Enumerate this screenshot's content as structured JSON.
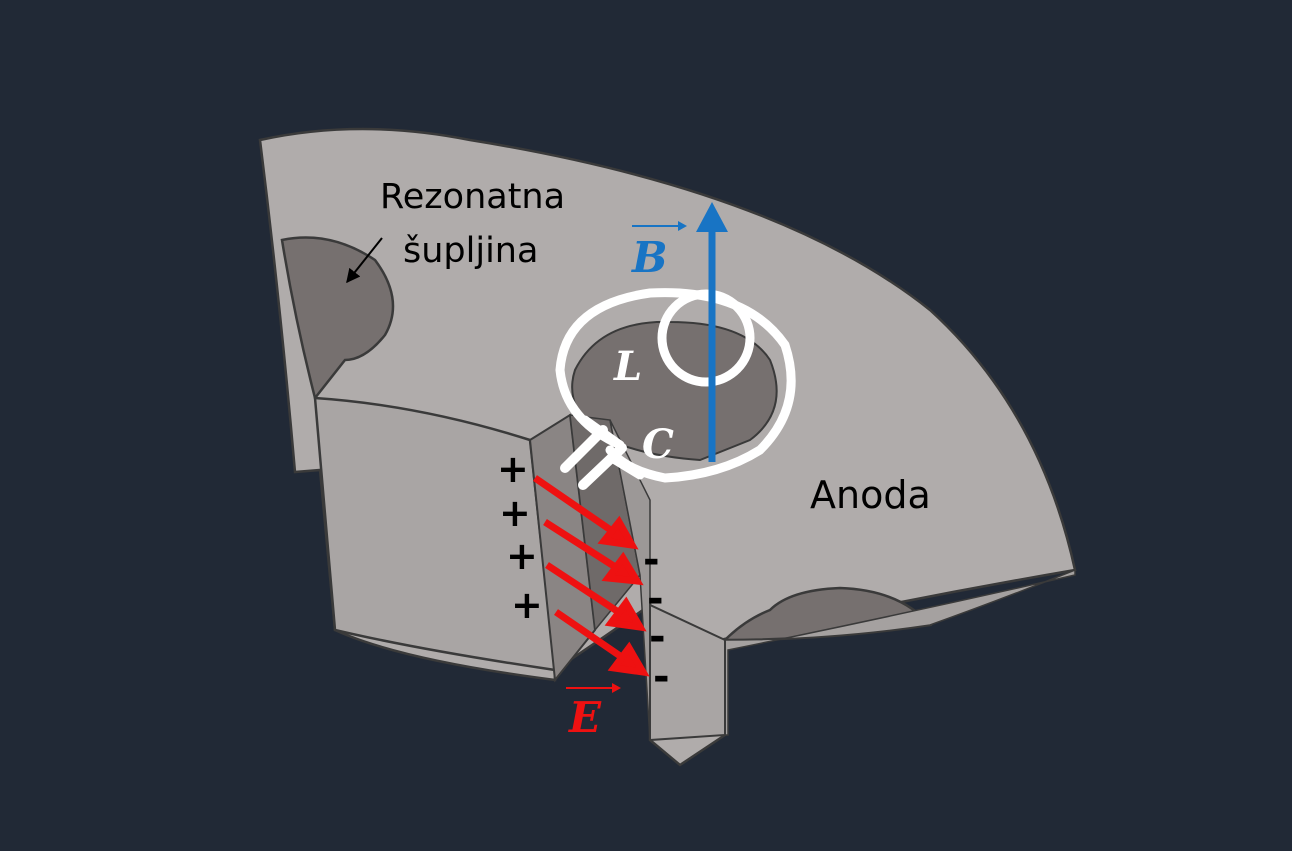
{
  "labels": {
    "cavity_line1": "Rezonatna",
    "cavity_line2": "šupljina",
    "anode": "Anoda",
    "magnetic_field": "B",
    "electric_field": "E",
    "inductance": "L",
    "capacitance": "C"
  },
  "charges": {
    "positive": [
      "+",
      "+",
      "+",
      "+"
    ],
    "negative": [
      "-",
      "-",
      "-",
      "-"
    ]
  },
  "colors": {
    "background": "#212936",
    "anode_face": "#b0acab",
    "anode_side": "#a5a1a0",
    "cavity": "#76706f",
    "outline": "#3a3a3a",
    "magnetic_field": "#1874c4",
    "electric_field": "#ee1111",
    "circuit": "#ffffff"
  }
}
